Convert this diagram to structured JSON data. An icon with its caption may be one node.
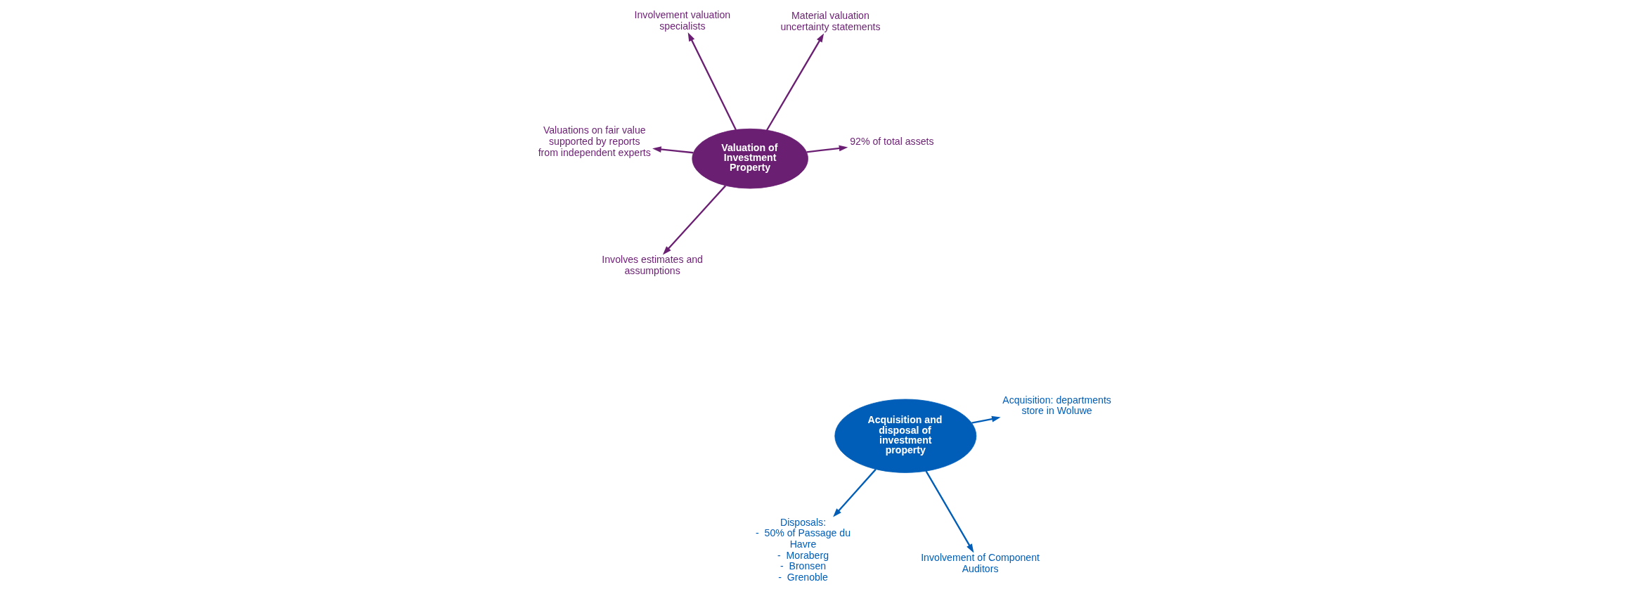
{
  "diagram": {
    "nodes": [
      {
        "text": [
          "Valuation of Investment Property"
        ]
      },
      {
        "text": [
          "92% of total assets"
        ]
      },
      {
        "text": [
          "Involves estimates and assumptions"
        ]
      },
      {
        "text": [
          "Valuations on fair value supported by reports from independent experts"
        ]
      },
      {
        "text": [
          "Material valuation uncertainty statements"
        ]
      },
      {
        "text": [
          "Involvement valuation specialists"
        ]
      },
      {
        "text": [
          "Acquisition and disposal of investment property"
        ]
      },
      {
        "text": [
          "Involvement of Component Auditors"
        ]
      },
      {
        "text": [
          "Acquisition: departments store in Woluwe"
        ]
      },
      {
        "text": [
          "Disposals:",
          "-  50% of Passage du Havre",
          "-  Moraberg",
          "-  Bronsen",
          "-  Grenoble"
        ]
      }
    ],
    "edges": [
      {
        "from": 0,
        "to": 1,
        "arrow": "to",
        "color": "#6b1f73"
      },
      {
        "from": 0,
        "to": 2,
        "arrow": "to",
        "color": "#6b1f73"
      },
      {
        "from": 0,
        "to": 3,
        "arrow": "to",
        "color": "#6b1f73"
      },
      {
        "from": 0,
        "to": 4,
        "arrow": "to",
        "color": "#6b1f73"
      },
      {
        "from": 0,
        "to": 5,
        "arrow": "to",
        "color": "#6b1f73"
      },
      {
        "from": 6,
        "to": 7,
        "arrow": "to",
        "color": "#005eb8"
      },
      {
        "from": 6,
        "to": 8,
        "arrow": "to",
        "color": "#005eb8"
      },
      {
        "from": 6,
        "to": 9,
        "arrow": "to",
        "color": "#005eb8"
      }
    ]
  }
}
